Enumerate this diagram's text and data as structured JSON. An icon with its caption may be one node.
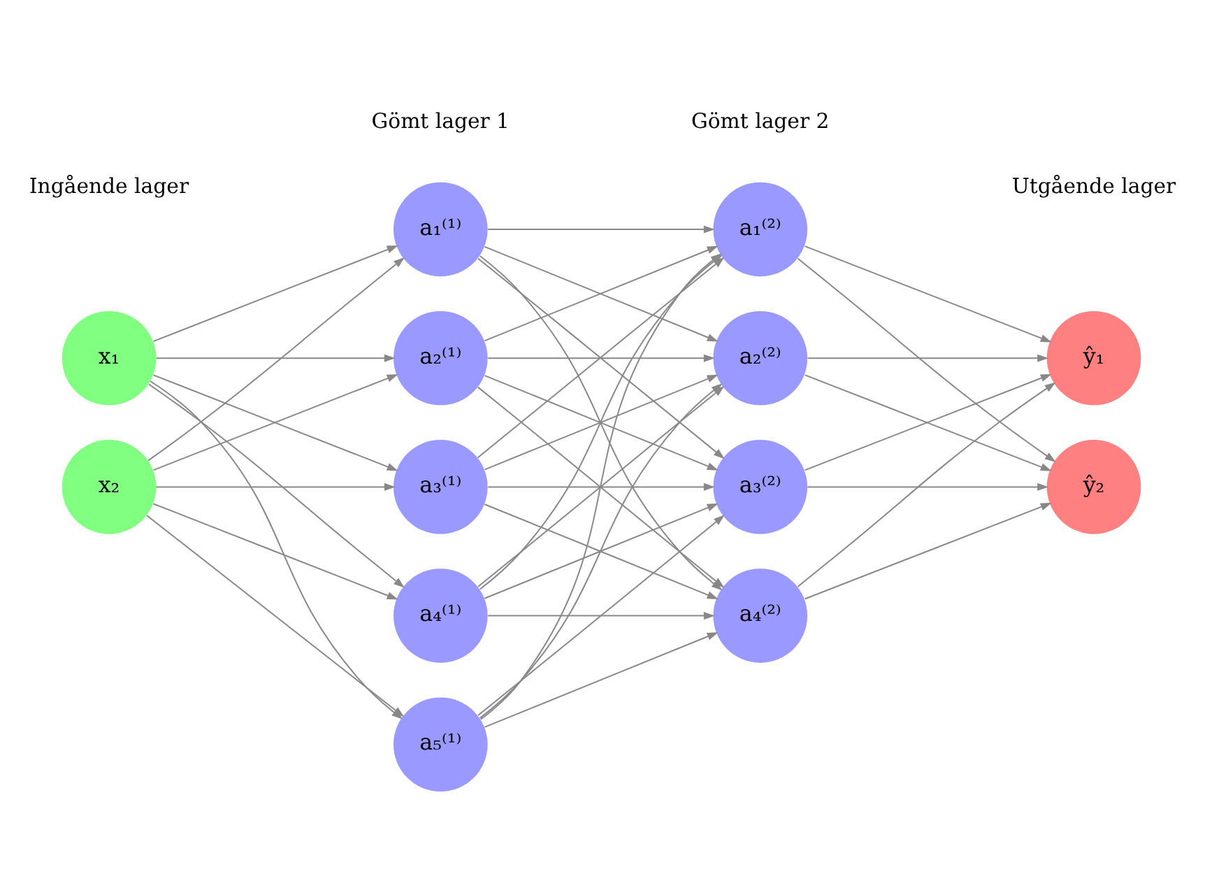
{
  "diagram": {
    "nodes": [
      {
        "text": [
          "x₁"
        ]
      },
      {
        "text": [
          "x₂"
        ]
      },
      {
        "text": [
          "a₁⁽¹⁾"
        ]
      },
      {
        "text": [
          "a₂⁽¹⁾"
        ]
      },
      {
        "text": [
          "a₃⁽¹⁾"
        ]
      },
      {
        "text": [
          "a₄⁽¹⁾"
        ]
      },
      {
        "text": [
          "a₅⁽¹⁾"
        ]
      },
      {
        "text": [
          "a₁⁽²⁾"
        ]
      },
      {
        "text": [
          "a₂⁽²⁾"
        ]
      },
      {
        "text": [
          "a₃⁽²⁾"
        ]
      },
      {
        "text": [
          "a₄⁽²⁾"
        ]
      },
      {
        "text": [
          "ŷ₁"
        ]
      },
      {
        "text": [
          "ŷ₂"
        ]
      }
    ],
    "edges": [
      {
        "from": 0,
        "to": 2,
        "arrow": "to"
      },
      {
        "from": 0,
        "to": 3,
        "arrow": "to"
      },
      {
        "from": 0,
        "to": 4,
        "arrow": "to"
      },
      {
        "from": 0,
        "to": 5,
        "arrow": "to"
      },
      {
        "from": 0,
        "to": 6,
        "arrow": "to"
      },
      {
        "from": 1,
        "to": 2,
        "arrow": "to"
      },
      {
        "from": 1,
        "to": 3,
        "arrow": "to"
      },
      {
        "from": 1,
        "to": 4,
        "arrow": "to"
      },
      {
        "from": 1,
        "to": 5,
        "arrow": "to"
      },
      {
        "from": 1,
        "to": 6,
        "arrow": "to"
      },
      {
        "from": 2,
        "to": 7,
        "arrow": "to"
      },
      {
        "from": 2,
        "to": 8,
        "arrow": "to"
      },
      {
        "from": 2,
        "to": 9,
        "arrow": "to"
      },
      {
        "from": 2,
        "to": 10,
        "arrow": "to"
      },
      {
        "from": 3,
        "to": 7,
        "arrow": "to"
      },
      {
        "from": 3,
        "to": 8,
        "arrow": "to"
      },
      {
        "from": 3,
        "to": 9,
        "arrow": "to"
      },
      {
        "from": 3,
        "to": 10,
        "arrow": "to"
      },
      {
        "from": 4,
        "to": 7,
        "arrow": "to"
      },
      {
        "from": 4,
        "to": 8,
        "arrow": "to"
      },
      {
        "from": 4,
        "to": 9,
        "arrow": "to"
      },
      {
        "from": 4,
        "to": 10,
        "arrow": "to"
      },
      {
        "from": 5,
        "to": 7,
        "arrow": "to"
      },
      {
        "from": 5,
        "to": 8,
        "arrow": "to"
      },
      {
        "from": 5,
        "to": 9,
        "arrow": "to"
      },
      {
        "from": 5,
        "to": 10,
        "arrow": "to"
      },
      {
        "from": 6,
        "to": 7,
        "arrow": "to"
      },
      {
        "from": 6,
        "to": 8,
        "arrow": "to"
      },
      {
        "from": 6,
        "to": 9,
        "arrow": "to"
      },
      {
        "from": 6,
        "to": 10,
        "arrow": "to"
      },
      {
        "from": 7,
        "to": 11,
        "arrow": "to"
      },
      {
        "from": 7,
        "to": 12,
        "arrow": "to"
      },
      {
        "from": 8,
        "to": 11,
        "arrow": "to"
      },
      {
        "from": 8,
        "to": 12,
        "arrow": "to"
      },
      {
        "from": 9,
        "to": 11,
        "arrow": "to"
      },
      {
        "from": 9,
        "to": 12,
        "arrow": "to"
      },
      {
        "from": 10,
        "to": 11,
        "arrow": "to"
      },
      {
        "from": 10,
        "to": 12,
        "arrow": "to"
      }
    ],
    "labels": [
      "Ingående lager",
      "Gömt lager 1",
      "Gömt lager 2",
      "Utgående lager"
    ]
  }
}
